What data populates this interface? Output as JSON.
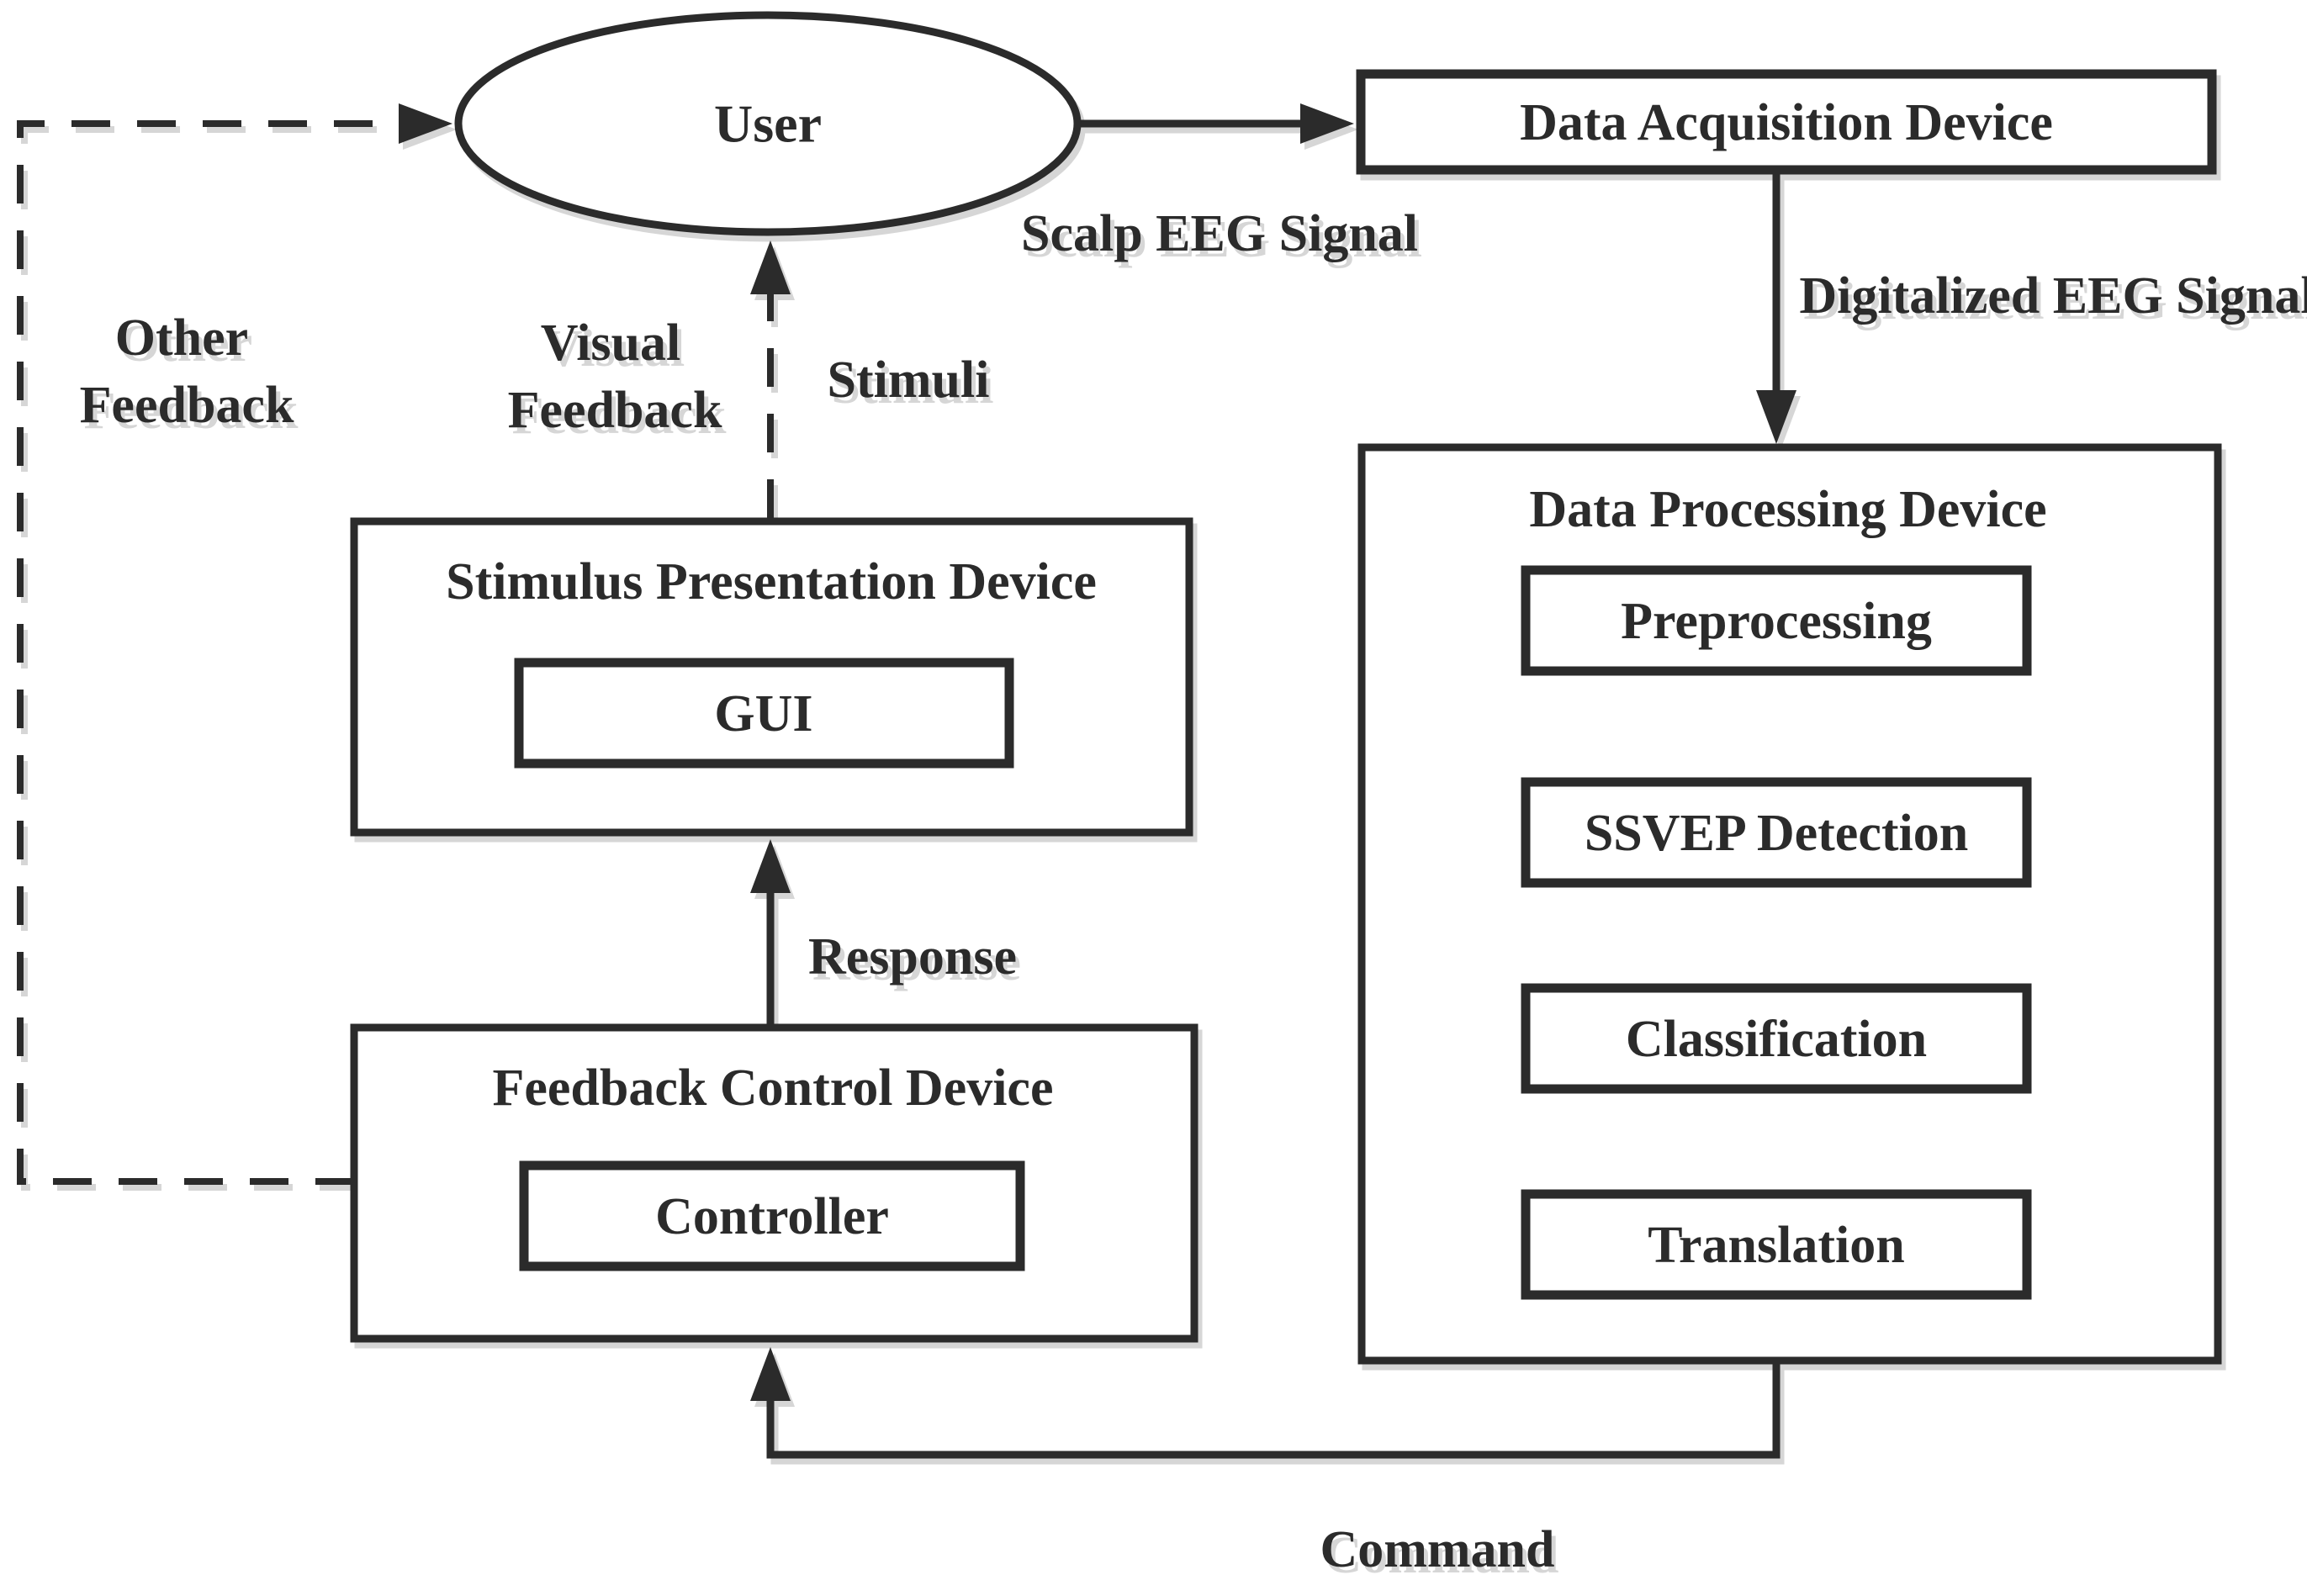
{
  "nodes": {
    "user": "User",
    "data_acquisition": "Data Acquisition Device",
    "data_processing": "Data Processing Device",
    "preprocessing": "Preprocessing",
    "ssvep_detection": "SSVEP Detection",
    "classification": "Classification",
    "translation": "Translation",
    "stimulus_presentation": "Stimulus Presentation Device",
    "gui": "GUI",
    "feedback_control": "Feedback Control Device",
    "controller": "Controller"
  },
  "labels": {
    "scalp_eeg": "Scalp EEG Signal",
    "digitalized_eeg": "Digitalized EEG Signal",
    "stimuli": "Stimuli",
    "visual_feedback": [
      "Visual",
      "Feedback"
    ],
    "other_feedback": [
      "Other",
      "Feedback"
    ],
    "response": "Response",
    "command": "Command"
  },
  "colors": {
    "ink": "#2b2b2b",
    "background": "#ffffff",
    "shadow": "#d6d6d6"
  }
}
